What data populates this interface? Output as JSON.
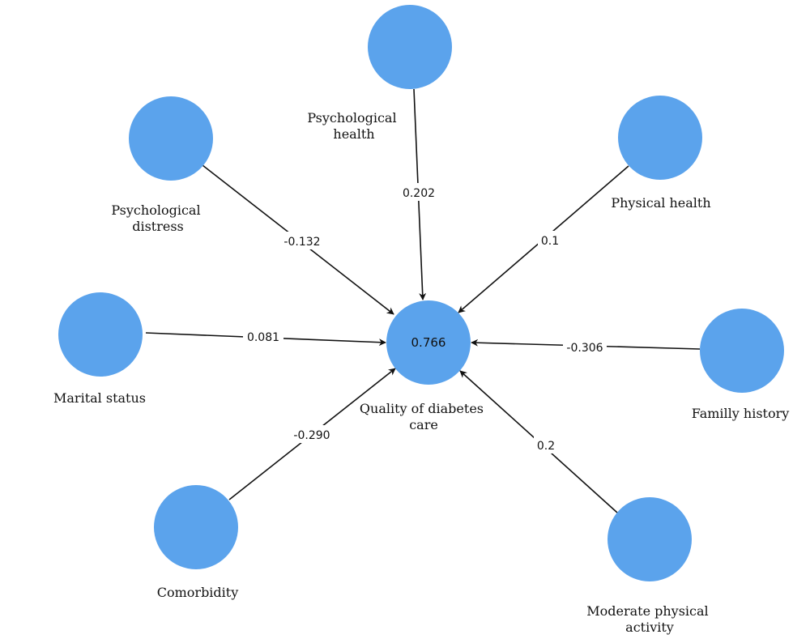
{
  "diagram": {
    "center": {
      "label": [
        "Quality of diabetes",
        "care"
      ],
      "value": "0.766"
    },
    "nodes": [
      {
        "id": "psychological-health",
        "label": [
          "Psychological",
          "health"
        ],
        "coefficient": "0.202"
      },
      {
        "id": "physical-health",
        "label": [
          "Physical health"
        ],
        "coefficient": "0.1"
      },
      {
        "id": "psychological-distress",
        "label": [
          "Psychological",
          "distress"
        ],
        "coefficient": "-0.132"
      },
      {
        "id": "marital-status",
        "label": [
          "Marital status"
        ],
        "coefficient": "0.081"
      },
      {
        "id": "familly-history",
        "label": [
          "Familly history"
        ],
        "coefficient": "-0.306"
      },
      {
        "id": "comorbidity",
        "label": [
          "Comorbidity"
        ],
        "coefficient": "-0.290"
      },
      {
        "id": "moderate-physical-activity",
        "label": [
          "Moderate physical",
          "activity"
        ],
        "coefficient": "0.2"
      }
    ],
    "colors": {
      "node": "#5ba3ec",
      "line": "#111111"
    }
  }
}
